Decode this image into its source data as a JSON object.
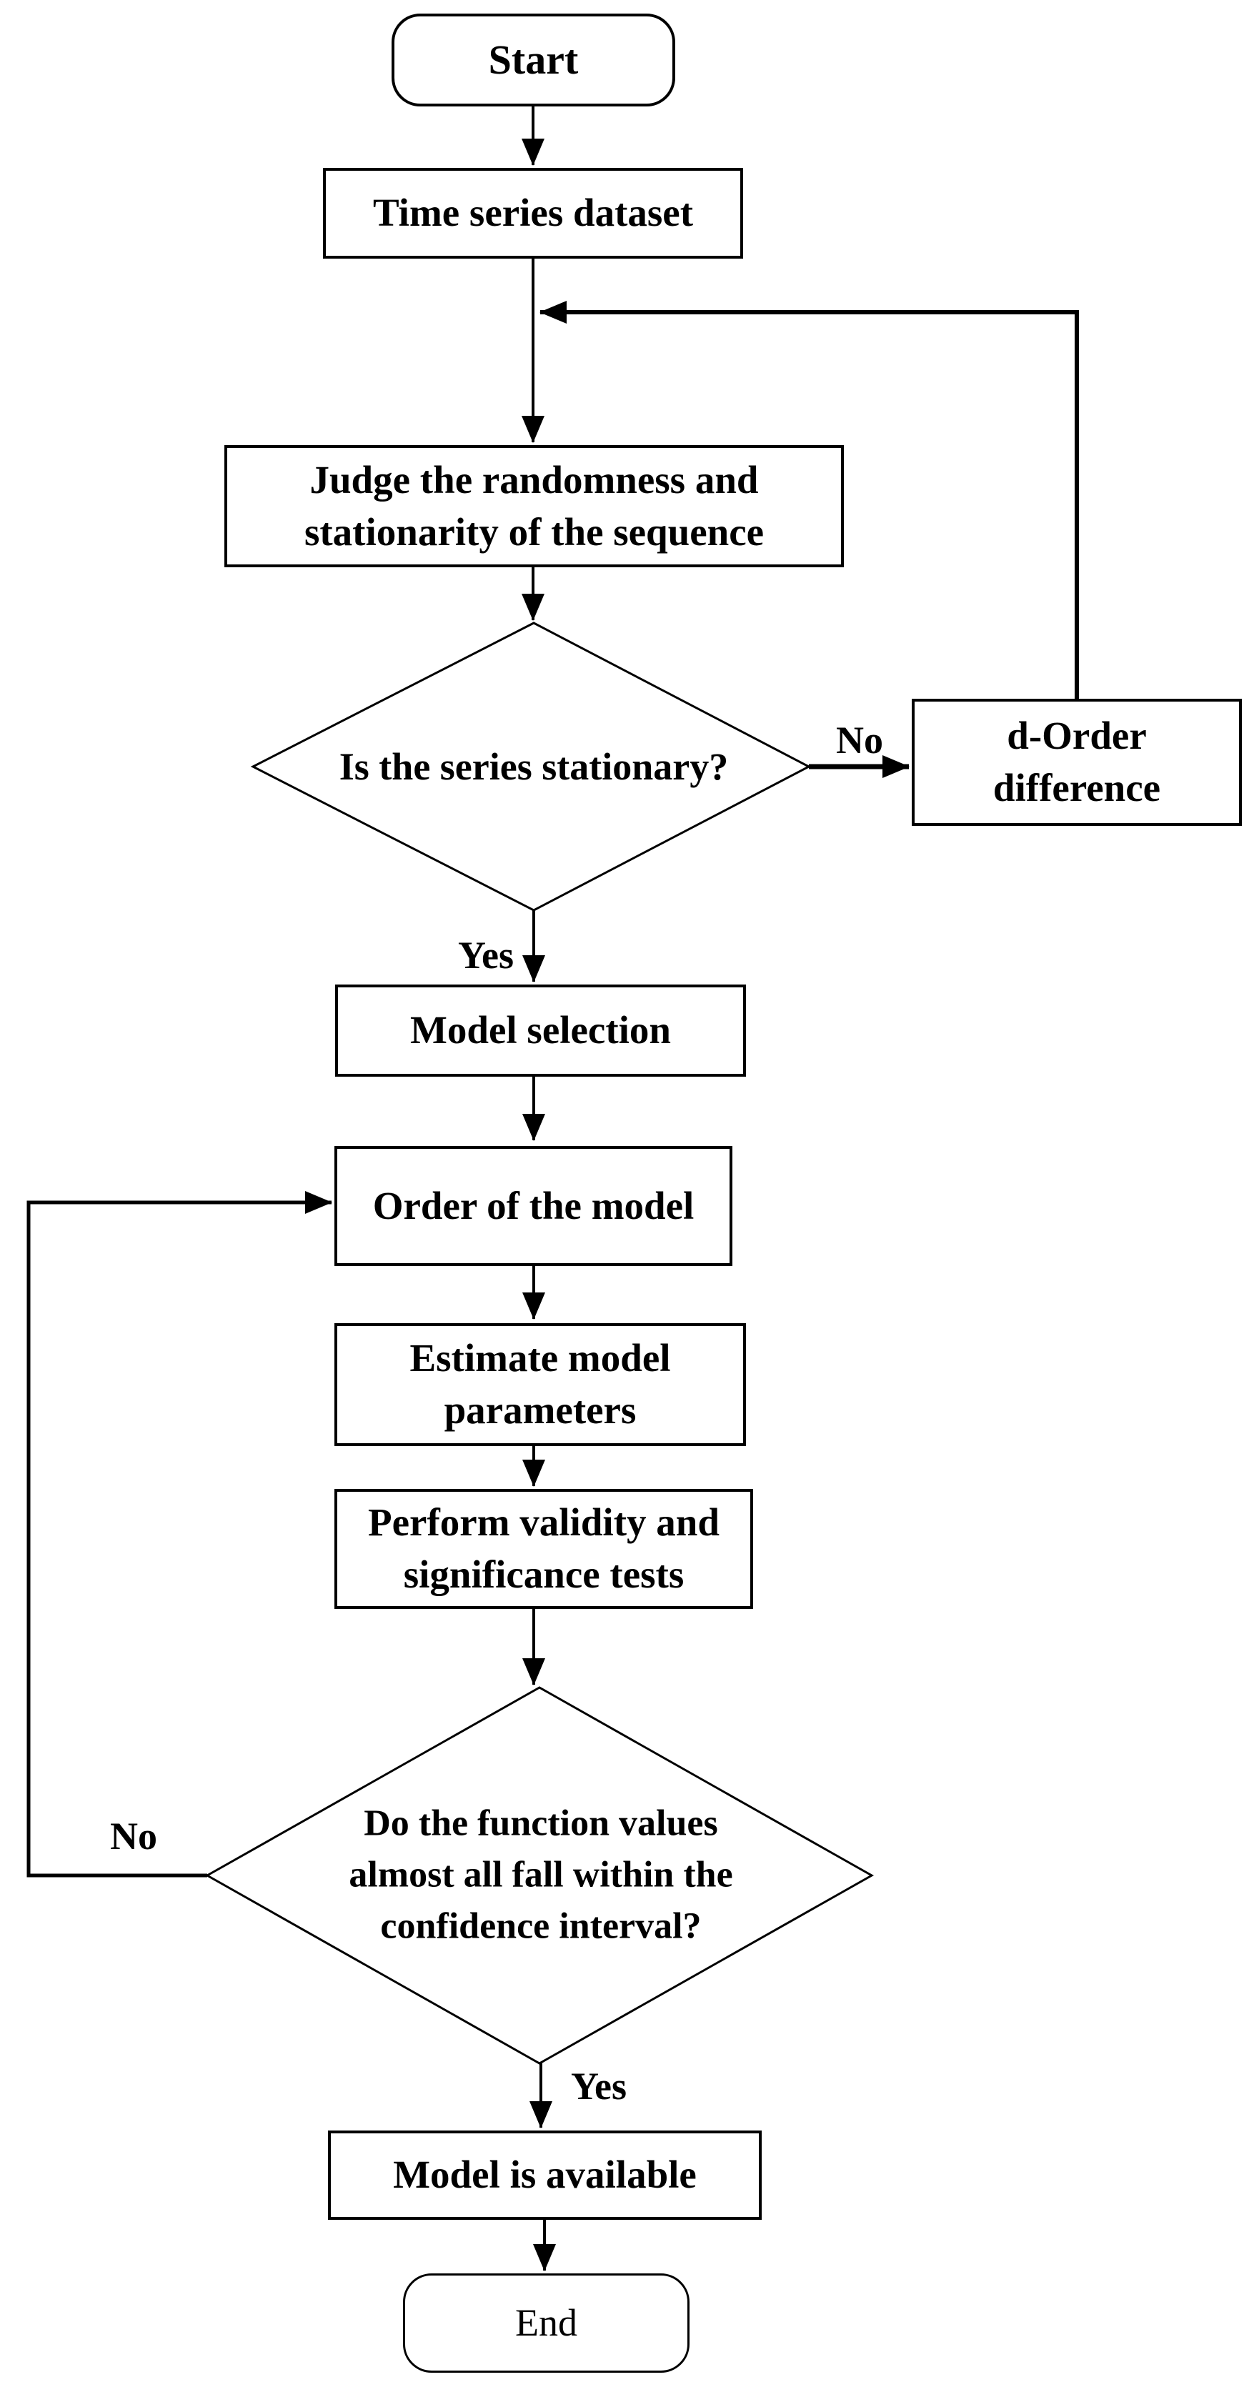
{
  "flowchart": {
    "nodes": {
      "start": {
        "type": "terminator",
        "label": "Start"
      },
      "dataset": {
        "type": "process",
        "label": "Time series dataset"
      },
      "judge": {
        "type": "process",
        "label": "Judge the randomness and\nstationarity of the sequence"
      },
      "decision_stationary": {
        "type": "decision",
        "label": "Is the series stationary?"
      },
      "dorder": {
        "type": "process",
        "label": "d-Order\ndifference"
      },
      "model_selection": {
        "type": "process",
        "label": "Model selection"
      },
      "order": {
        "type": "process",
        "label": "Order of the model"
      },
      "estimate": {
        "type": "process",
        "label": "Estimate model\nparameters"
      },
      "perform": {
        "type": "process",
        "label": "Perform validity and\nsignificance tests"
      },
      "decision_confidence": {
        "type": "decision",
        "label": "Do the function values\nalmost all fall within the\nconfidence interval?"
      },
      "available": {
        "type": "process",
        "label": "Model is available"
      },
      "end": {
        "type": "terminator",
        "label": "End"
      }
    },
    "edge_labels": {
      "no_stationary": "No",
      "yes_stationary": "Yes",
      "no_confidence": "No",
      "yes_confidence": "Yes"
    },
    "colors": {
      "ink": "#000000",
      "background": "#ffffff"
    }
  }
}
